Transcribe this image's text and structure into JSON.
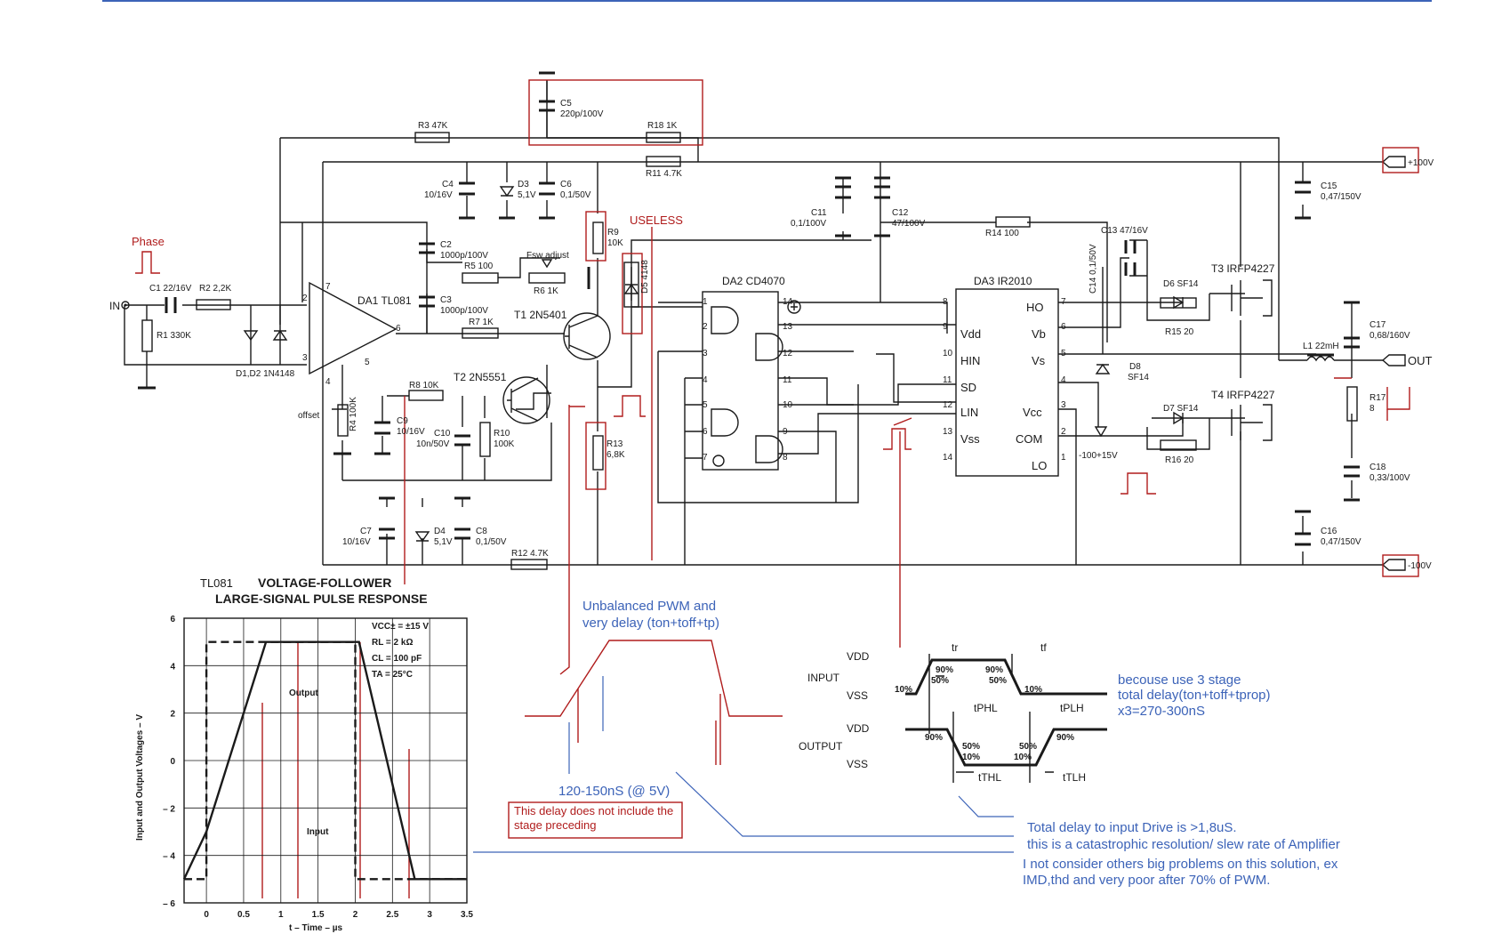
{
  "labels": {
    "r3": "R3 47K",
    "c5": "C5",
    "c5v": "220p/100V",
    "r18": "R18 1K",
    "r11": "R11 4.7K",
    "c4": "C4",
    "c4v": "10/16V",
    "d3": "D3",
    "d3v": "5,1V",
    "c6": "C6",
    "c6v": "0,1/50V",
    "c2": "C2",
    "c2v": "1000p/100V",
    "r5": "R5 100",
    "fsw": "Fsw adjust",
    "r6": "R6 1K",
    "c3": "C3",
    "c3v": "1000p/100V",
    "r7": "R7 1K",
    "t1": "T1 2N5401",
    "da1": "DA1 TL081",
    "r9": "R9",
    "r9v": "10K",
    "useless": "USELESS",
    "d5": "D5 4148",
    "c11": "C11",
    "c11v": "0,1/100V",
    "c12": "C12",
    "c12v": "47/100V",
    "r14": "R14 100",
    "c13": "C13 47/16V",
    "c14": "C14 0,1/50V",
    "t3": "T3 IRFP4227",
    "d6": "D6 SF14",
    "r15": "R15 20",
    "c15": "C15",
    "c15v": "0,47/150V",
    "plus100": "+100V",
    "phase": "Phase",
    "in": "IN",
    "c1": "C1 22/16V",
    "r2": "R2 2,2K",
    "r1": "R1 330K",
    "d12": "D1,D2 1N4148",
    "r4": "R4 100K",
    "offset": "offset",
    "r8": "R8 10K",
    "t2": "T2 2N5551",
    "c9": "C9",
    "c9v": "10/16V",
    "c10": "C10",
    "c10v": "10n/50V",
    "r10": "R10",
    "r10v": "100K",
    "r13": "R13",
    "r13v": "6,8K",
    "da2": "DA2 CD4070",
    "da3": "DA3 IR2010",
    "ho": "HO",
    "vb": "Vb",
    "vs": "Vs",
    "vcc": "Vcc",
    "com": "COM",
    "lo": "LO",
    "vdd": "Vdd",
    "hin": "HIN",
    "sd": "SD",
    "lin": "LIN",
    "vss": "Vss",
    "d8": "D8",
    "d8v": "SF14",
    "t4": "T4 IRFP4227",
    "d7": "D7 SF14",
    "r16": "R16 20",
    "bias": "-100+15V",
    "l1": "L1 22mH",
    "out": "OUT",
    "c17": "C17",
    "c17v": "0,68/160V",
    "r17": "R17",
    "r17v": "8",
    "c18": "C18",
    "c18v": "0,33/100V",
    "c7": "C7",
    "c7v": "10/16V",
    "d4": "D4",
    "d4v": "5,1V",
    "c8": "C8",
    "c8v": "0,1/50V",
    "r12": "R12 4.7K",
    "c16": "C16",
    "c16v": "0,47/150V",
    "minus100": "-100V",
    "pins": [
      "7",
      "2",
      "3",
      "4",
      "6",
      "5",
      "1",
      "2",
      "3",
      "4",
      "5",
      "6",
      "7",
      "14",
      "13",
      "12",
      "11",
      "10",
      "9",
      "8",
      "8",
      "9",
      "10",
      "11",
      "12",
      "13",
      "14",
      "7",
      "6",
      "5",
      "4",
      "3",
      "2",
      "1"
    ]
  },
  "graph": {
    "title_chip": "TL081",
    "title1": "VOLTAGE-FOLLOWER",
    "title2": "LARGE-SIGNAL PULSE RESPONSE",
    "ylabel": "Input and Output Voltages – V",
    "xlabel": "t – Time – µs",
    "xticks": [
      "0",
      "0.5",
      "1",
      "1.5",
      "2",
      "2.5",
      "3",
      "3.5"
    ],
    "yticks": [
      "6",
      "4",
      "2",
      "0",
      "– 2",
      "– 4",
      "– 6"
    ],
    "cond1": "VCC± = ±15 V",
    "cond2": "RL = 2 kΩ",
    "cond3": "CL = 100 pF",
    "cond4": "TA = 25°C",
    "output": "Output",
    "input": "Input"
  },
  "chart_data": {
    "type": "line",
    "title": "VOLTAGE-FOLLOWER LARGE-SIGNAL PULSE RESPONSE",
    "xlabel": "t – Time – µs",
    "ylabel": "Input and Output Voltages – V",
    "xlim": [
      -0.3,
      3.5
    ],
    "ylim": [
      -6,
      6
    ],
    "series": [
      {
        "name": "Input",
        "x": [
          -0.3,
          0,
          0,
          2,
          2,
          3.5
        ],
        "y": [
          -5,
          -5,
          5,
          5,
          -5,
          -5
        ]
      },
      {
        "name": "Output",
        "x": [
          -0.3,
          0,
          0.8,
          2.05,
          2.8,
          3.5
        ],
        "y": [
          -5,
          -3,
          5,
          5,
          -5,
          -5
        ]
      }
    ]
  },
  "notes": {
    "pwm1": "Unbalanced PWM and",
    "pwm2": "very delay (ton+toff+tp)",
    "delay": "120-150nS (@ 5V)",
    "box1": "This delay does not include the",
    "box2": "stage preceding",
    "stage1": "becouse use 3 stage",
    "stage2": "total delay(ton+toff+tprop)",
    "stage3": "x3=270-300nS",
    "total1": "Total delay to input Drive is >1,8uS.",
    "total2": "this is a catastrophic resolution/ slew rate of Amplifier",
    "total3": "I not consider others big problems on this solution, ex",
    "total4": "IMD,thd and very poor after 70% of PWM."
  },
  "timing": {
    "input": "INPUT",
    "output": "OUTPUT",
    "vdd": "VDD",
    "vss": "VSS",
    "tr": "tr",
    "tf": "tf",
    "p90a": "90%",
    "p50a": "50%",
    "p10a": "10%",
    "p90b": "90%",
    "p50b": "50%",
    "p10b": "10%",
    "tphl": "tPHL",
    "tplh": "tPLH",
    "tthl": "tTHL",
    "ttlh": "tTLH",
    "o90a": "90%",
    "o50a": "50%",
    "o10a": "10%",
    "o50b": "50%",
    "o10b": "10%",
    "o90b": "90%"
  }
}
